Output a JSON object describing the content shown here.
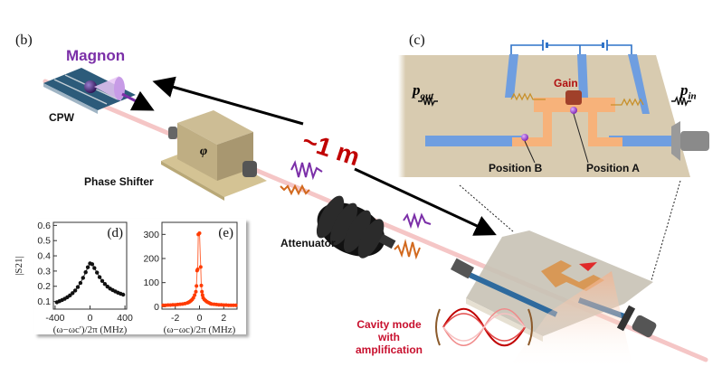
{
  "panels": {
    "b": {
      "label": "(b)"
    },
    "c": {
      "label": "(c)"
    }
  },
  "labels": {
    "magnon": "Magnon",
    "cpw": "CPW",
    "phase_shifter": "Phase Shifter",
    "phi_symbol": "φ",
    "distance": "~1 m",
    "attenuator": "Attenuator",
    "cavity_mode_line1": "Cavity mode",
    "cavity_mode_line2": "with amplification",
    "gain": "Gain",
    "position_a": "Position A",
    "position_b": "Position B",
    "p_out": "p",
    "p_out_sub": "out",
    "p_in": "p",
    "p_in_sub": "in"
  },
  "colors": {
    "magnon_purple": "#7b2fa8",
    "distance_red": "#c00000",
    "cavity_red": "#c8102e",
    "board_tan": "#d8cbb0",
    "stripline_blue": "#6f9ee0",
    "resonator_orange": "#f7b27a",
    "wave_orange": "#d2691e",
    "plot_e_color": "#ff3b00"
  },
  "chart_data": [
    {
      "type": "scatter",
      "panel": "(d)",
      "title": "(d)",
      "xlabel": "(ω−ωc')/2π  (MHz)",
      "ylabel": "|S21|",
      "xlim": [
        -420,
        420
      ],
      "ylim": [
        0.05,
        0.62
      ],
      "xticks": [
        -400,
        0,
        400
      ],
      "yticks": [
        0.1,
        0.2,
        0.3,
        0.4,
        0.5,
        0.6
      ],
      "grid": false,
      "x": [
        -380,
        -350,
        -320,
        -290,
        -260,
        -230,
        -200,
        -170,
        -140,
        -110,
        -80,
        -50,
        -25,
        0,
        25,
        50,
        80,
        110,
        140,
        170,
        200,
        230,
        260,
        290,
        320,
        350,
        380
      ],
      "y": [
        0.095,
        0.102,
        0.11,
        0.118,
        0.128,
        0.14,
        0.155,
        0.172,
        0.195,
        0.222,
        0.255,
        0.292,
        0.325,
        0.35,
        0.345,
        0.32,
        0.29,
        0.26,
        0.235,
        0.215,
        0.198,
        0.185,
        0.175,
        0.166,
        0.158,
        0.151,
        0.145
      ]
    },
    {
      "type": "scatter",
      "panel": "(e)",
      "title": "(e)",
      "xlabel": "(ω−ωc)/2π  (MHz)",
      "ylabel": "",
      "xlim": [
        -3.1,
        3.1
      ],
      "ylim": [
        -10,
        350
      ],
      "xticks": [
        -2,
        0,
        2
      ],
      "yticks": [
        0,
        100,
        200,
        300
      ],
      "grid": false,
      "x": [
        -3.0,
        -2.8,
        -2.6,
        -2.4,
        -2.2,
        -2.0,
        -1.8,
        -1.6,
        -1.4,
        -1.2,
        -1.0,
        -0.9,
        -0.8,
        -0.7,
        -0.6,
        -0.5,
        -0.4,
        -0.3,
        -0.25,
        -0.2,
        -0.15,
        -0.1,
        0.0,
        0.1,
        0.15,
        0.2,
        0.25,
        0.3,
        0.4,
        0.5,
        0.6,
        0.7,
        0.8,
        0.9,
        1.0,
        1.2,
        1.4,
        1.6,
        1.8,
        2.0,
        2.2,
        2.4,
        2.6,
        2.8,
        3.0
      ],
      "y": [
        6,
        6,
        7,
        7,
        8,
        8,
        9,
        10,
        11,
        13,
        16,
        18,
        21,
        25,
        30,
        37,
        48,
        62,
        86,
        150,
        155,
        300,
        305,
        165,
        88,
        62,
        48,
        37,
        30,
        25,
        21,
        18,
        16,
        13,
        11,
        10,
        9,
        8,
        8,
        7,
        7,
        6,
        6,
        6,
        6
      ]
    }
  ]
}
